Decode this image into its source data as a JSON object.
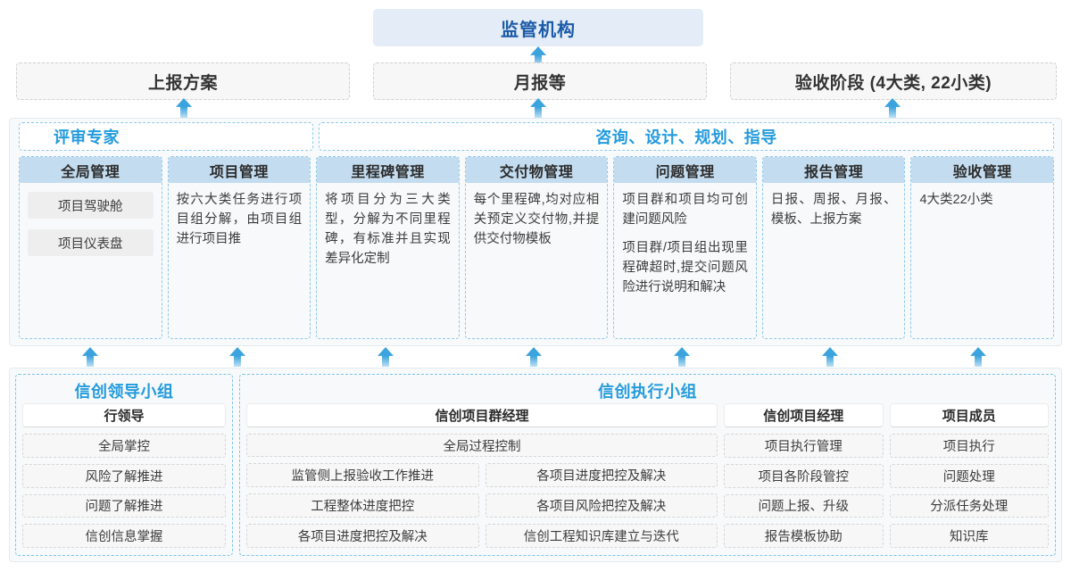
{
  "top": {
    "regulator_label": "监管机构",
    "reports": [
      {
        "label": "上报方案"
      },
      {
        "label": "月报等"
      },
      {
        "label": "验收阶段 (4大类, 22小类)"
      }
    ]
  },
  "main": {
    "role_bands": [
      {
        "label": "评审专家"
      },
      {
        "label": "咨询、设计、规划、指导"
      }
    ],
    "columns": [
      {
        "head": "全局管理",
        "kind": "pills",
        "pills": [
          "项目驾驶舱",
          "项目仪表盘"
        ],
        "paragraphs": []
      },
      {
        "head": "项目管理",
        "kind": "text",
        "pills": [],
        "paragraphs": [
          "按六大类任务进行项目组分解，由项目组进行项目推"
        ]
      },
      {
        "head": "里程碑管理",
        "kind": "text",
        "pills": [],
        "paragraphs": [
          "将项目分为三大类型，分解为不同里程碑，有标准并且实现差异化定制"
        ]
      },
      {
        "head": "交付物管理",
        "kind": "text",
        "pills": [],
        "paragraphs": [
          "每个里程碑,均对应相关预定义交付物,并提供交付物模板"
        ]
      },
      {
        "head": "问题管理",
        "kind": "text",
        "pills": [],
        "paragraphs": [
          "项目群和项目均可创建问题风险",
          "项目群/项目组出现里程碑超时,提交问题风险进行说明和解决"
        ]
      },
      {
        "head": "报告管理",
        "kind": "text",
        "pills": [],
        "paragraphs": [
          "日报、周报、月报、模板、上报方案"
        ]
      },
      {
        "head": "验收管理",
        "kind": "text",
        "pills": [],
        "paragraphs": [
          "4大类22小类"
        ]
      }
    ]
  },
  "bottom": {
    "leader_group": {
      "title": "信创领导小组",
      "col_head": "行领导",
      "items": [
        "全局掌控",
        "风险了解推进",
        "问题了解推进",
        "信创信息掌握"
      ]
    },
    "exec_group": {
      "title": "信创执行小组",
      "program_manager": {
        "head": "信创项目群经理",
        "full_width_item": "全局过程控制",
        "left_items": [
          "监管侧上报验收工作推进",
          "工程整体进度把控",
          "各项目进度把控及解决"
        ],
        "right_items": [
          "各项目进度把控及解决",
          "各项目风险把控及解决",
          "信创工程知识库建立与迭代"
        ]
      },
      "project_manager": {
        "head": "信创项目经理",
        "items": [
          "项目执行管理",
          "项目各阶段管控",
          "问题上报、升级",
          "报告模板协助"
        ]
      },
      "project_member": {
        "head": "项目成员",
        "items": [
          "项目执行",
          "问题处理",
          "分派任务处理",
          "知识库"
        ]
      }
    }
  },
  "colors": {
    "accent_blue": "#249bdd",
    "title_blue": "#1a5ba8",
    "head_band": "#c3dcef",
    "panel_bg": "#f7f9fa",
    "arrow": "#3ba3dd"
  }
}
